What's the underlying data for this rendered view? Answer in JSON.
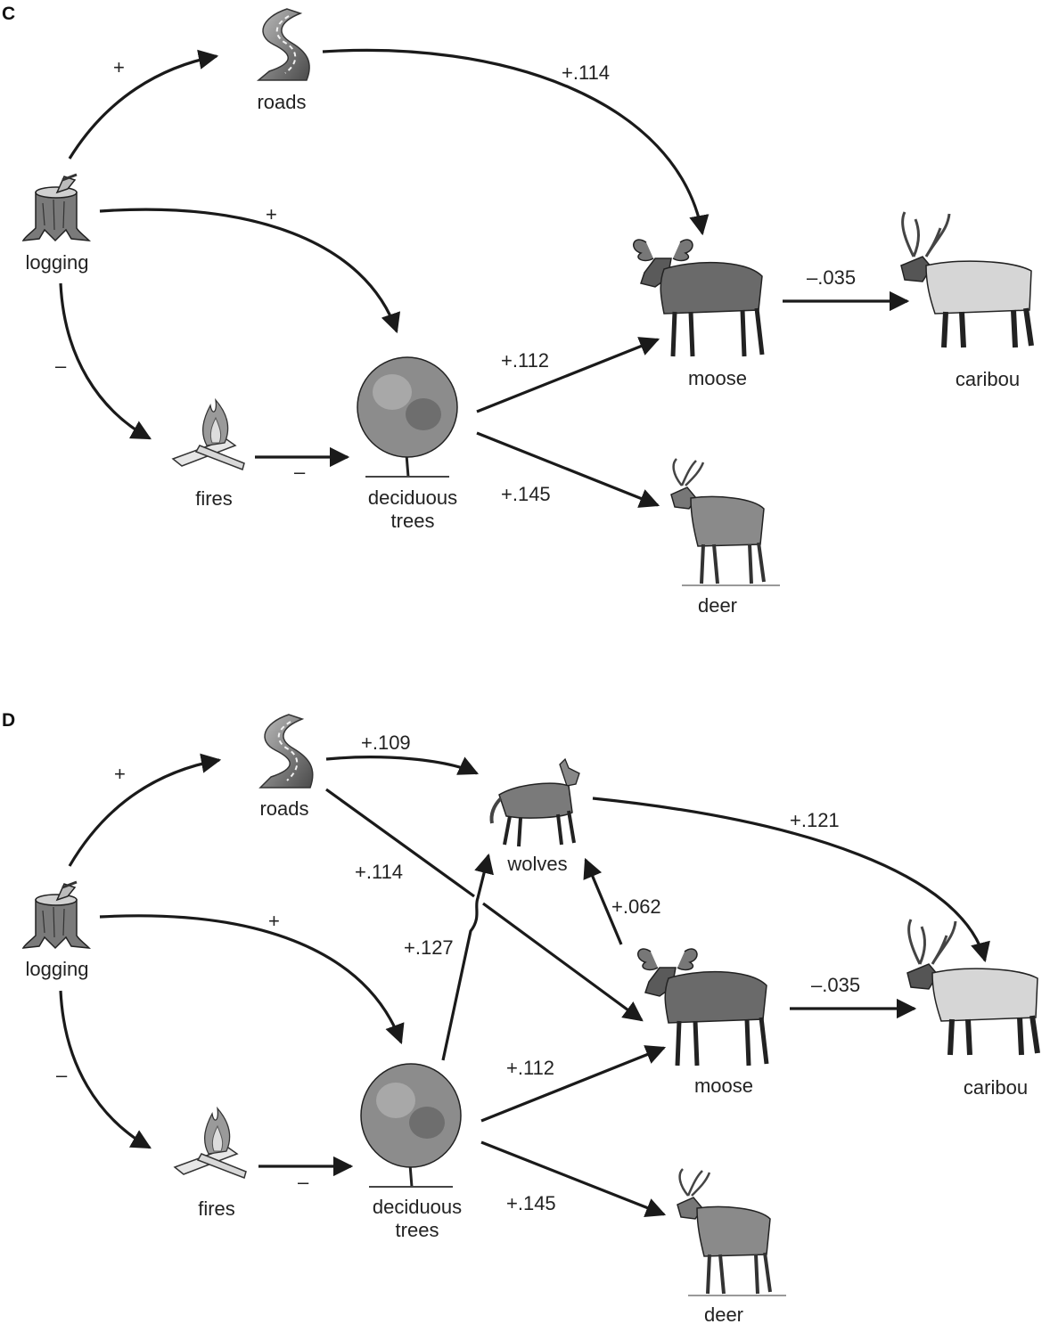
{
  "panels": [
    {
      "id": "C",
      "label": "C",
      "nodes": {
        "logging": "logging",
        "roads": "roads",
        "fires": "fires",
        "trees_line1": "deciduous",
        "trees_line2": "trees",
        "moose": "moose",
        "caribou": "caribou",
        "deer": "deer"
      },
      "edges": {
        "logging_roads": "+",
        "logging_trees": "+",
        "logging_fires": "–",
        "fires_trees": "–",
        "roads_moose": "+.114",
        "trees_moose": "+.112",
        "trees_deer": "+.145",
        "moose_caribou": "–.035"
      }
    },
    {
      "id": "D",
      "label": "D",
      "nodes": {
        "logging": "logging",
        "roads": "roads",
        "fires": "fires",
        "trees_line1": "deciduous",
        "trees_line2": "trees",
        "wolves": "wolves",
        "moose": "moose",
        "caribou": "caribou",
        "deer": "deer"
      },
      "edges": {
        "logging_roads": "+",
        "logging_trees": "+",
        "logging_fires": "–",
        "fires_trees": "–",
        "roads_wolves": "+.109",
        "roads_moose": "+.114",
        "trees_wolves": "+.127",
        "moose_wolves": "+.062",
        "wolves_caribou": "+.121",
        "trees_moose": "+.112",
        "trees_deer": "+.145",
        "moose_caribou": "–.035"
      }
    }
  ],
  "icons": {
    "logging": "tree-stump-with-axe-icon",
    "roads": "winding-road-icon",
    "fires": "campfire-icon",
    "trees": "deciduous-tree-icon",
    "moose": "moose-icon",
    "caribou": "caribou-icon",
    "deer": "deer-icon",
    "wolves": "wolf-icon"
  }
}
